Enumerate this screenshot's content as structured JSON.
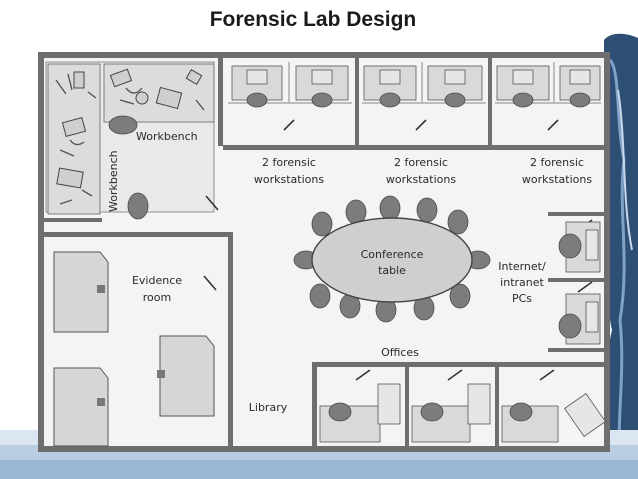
{
  "title": "Forensic Lab Design",
  "rooms": {
    "workbench_top": "Workbench",
    "workbench_side": "Workbench",
    "workstations": [
      {
        "line1": "2 forensic",
        "line2": "workstations"
      },
      {
        "line1": "2 forensic",
        "line2": "workstations"
      },
      {
        "line1": "2 forensic",
        "line2": "workstations"
      }
    ],
    "evidence": {
      "line1": "Evidence",
      "line2": "room"
    },
    "conference": {
      "line1": "Conference",
      "line2": "table"
    },
    "internet": {
      "line1": "Internet/",
      "line2": "intranet",
      "line3": "PCs"
    },
    "offices": "Offices",
    "library": "Library"
  },
  "colors": {
    "wall": "#6e6e6e",
    "floor": "#f4f4f4",
    "table": "#cfcfcf",
    "chair": "#7c7c7c",
    "accent_blue": "#a9c4e0"
  }
}
